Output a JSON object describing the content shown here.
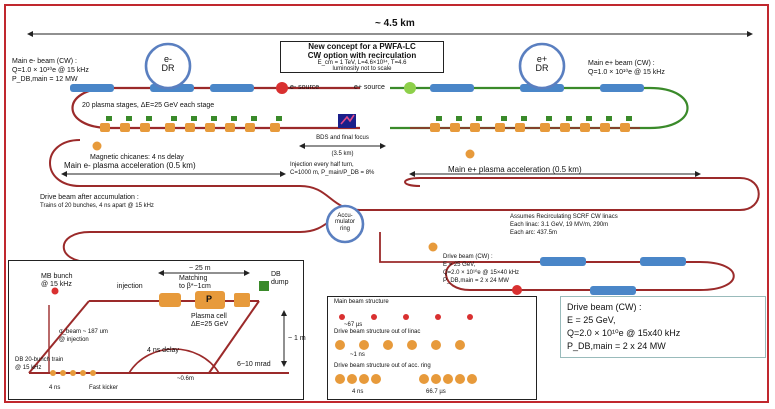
{
  "title": {
    "top_distance": "~ 4.5 km"
  },
  "concept_box": {
    "line1": "New concept for a PWFA-LC",
    "line2": "CW option with recirculation",
    "line3": "E_cm = 1 TeV, L=4.6×10³⁴, T=4.6",
    "line4": "luminosity not to scale"
  },
  "rings": {
    "e_minus_dr": "e-\nDR",
    "e_plus_dr": "e+\nDR",
    "accumulator": "Accu-\nmulator\nring"
  },
  "labels": {
    "main_beam_left_1": "Main e- beam (CW) :",
    "main_beam_left_2": "Q=1.0 × 10¹⁰e @ 15 kHz",
    "main_beam_left_3": "P_DB,main = 12 MW",
    "main_beam_right_1": "Main e+ beam (CW) :",
    "main_beam_right_2": "Q=1.0 × 10¹⁰e @ 15 kHz",
    "e_source": "e- source",
    "p_source": "e+ source",
    "plasma_stages": "20 plasma stages, ΔE=25 GeV each stage",
    "bds": "BDS and final focus",
    "bds_len": "(3.5 km)",
    "chicanes": "Magnetic chicanes: 4 ns delay",
    "main_e_minus_acc": "Main e- plasma acceleration (0.5 km)",
    "main_e_plus_acc": "Main e+ plasma acceleration (0.5 km)",
    "injection_1": "Injection every half turn,",
    "injection_2": "C=1000 m, P_main/P_DB = 8%",
    "drive_after_1": "Drive beam after accumulation :",
    "drive_after_2": "Trains of 20 bunches, 4 ns apart @ 15 kHz",
    "linac_1": "Assumes Recirculating SCRF CW linacs",
    "linac_2": "Each linac: 3.1 GeV, 19 MV/m, 290m",
    "linac_3": "Each arc: 437.5m",
    "drive_small_1": "Drive beam (CW) :",
    "drive_small_2": "E = 25 GeV,",
    "drive_small_3": "Q=2.0 × 10¹⁰e @ 15×40 kHz",
    "drive_small_4": "P_DB,main = 2 x 24 MW"
  },
  "drive_box": {
    "line1": "Drive beam (CW) :",
    "line2": "E = 25 GeV,",
    "line3": "Q=2.0 × 10¹⁰e @ 15x40 kHz",
    "line4": "P_DB,main = 2 x 24 MW"
  },
  "inset_left": {
    "mb_bunch_1": "MB bunch",
    "mb_bunch_2": "@ 15 kHz",
    "injection": "injection",
    "dist_25": "~ 25 m",
    "matching_1": "Matching",
    "matching_2": "to β*~1cm",
    "db_dump_1": "DB",
    "db_dump_2": "dump",
    "plasma_cell_1": "Plasma cell",
    "plasma_cell_2": "ΔE=25 GeV",
    "p_label": "P",
    "sigma_1": "σ_beam ~ 187 um",
    "sigma_2": "@ injection",
    "one_m": "~ 1 m",
    "delay_4ns": "4 ns delay",
    "db_train_1": "DB 20-bunch train",
    "db_train_2": "@ 15 kHz",
    "ang": "6~10 mrad",
    "dist_06": "~0.6m",
    "four_ns": "4 ns",
    "fast_kicker": "Fast kicker"
  },
  "inset_mid": {
    "main_struct": "Main beam structure",
    "t67us": "~67 µs",
    "drive_linac": "Drive beam structure out of linac",
    "t1ns": "~1 ns",
    "drive_ring": "Drive beam structure out of acc. ring",
    "t4ns": "4 ns",
    "t667": "66.7 µs"
  },
  "colors": {
    "beamline": "#9b2a2a",
    "green_line": "#3a8a2a",
    "magnet": "#4a86c8",
    "ring": "#5a7fc0",
    "bunch": "#e79a3b",
    "source_red": "#d93030",
    "source_green": "#8ed04a",
    "frame": "#c0282e"
  }
}
